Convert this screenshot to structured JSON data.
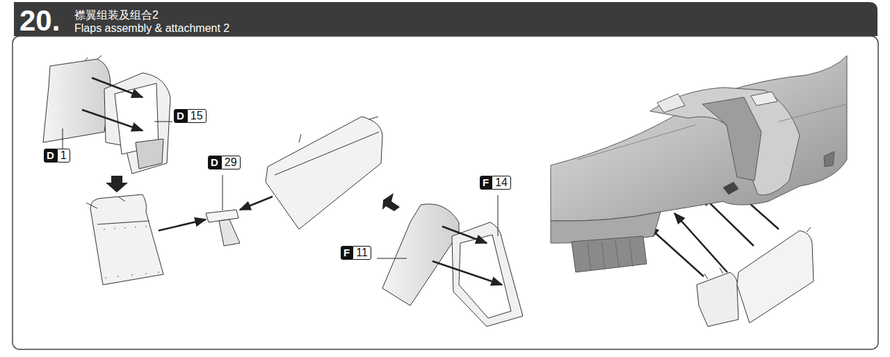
{
  "diagram": {
    "title": "襟翼组装及组合2",
    "labels": [
      "20.",
      "Flaps assembly & attachment 2",
      "D",
      "1",
      "D",
      "15",
      "D",
      "29",
      "F",
      "14",
      "F",
      "11"
    ]
  }
}
